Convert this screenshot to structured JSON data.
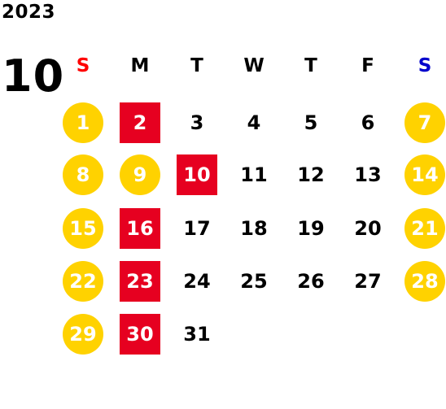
{
  "header": {
    "year": "2023",
    "month": "10"
  },
  "colors": {
    "sunday_label": "#ff0000",
    "saturday_label": "#0000cc",
    "weekday_label": "#000000",
    "weekend_circle": "#ffd200",
    "holiday_square": "#e60020",
    "regular_text": "#000000",
    "highlight_text": "#ffffff"
  },
  "weekdays": [
    "S",
    "M",
    "T",
    "W",
    "T",
    "F",
    "S"
  ],
  "weeks": [
    [
      {
        "d": "1",
        "style": "circle"
      },
      {
        "d": "2",
        "style": "square"
      },
      {
        "d": "3",
        "style": "plain"
      },
      {
        "d": "4",
        "style": "plain"
      },
      {
        "d": "5",
        "style": "plain"
      },
      {
        "d": "6",
        "style": "plain"
      },
      {
        "d": "7",
        "style": "circle"
      }
    ],
    [
      {
        "d": "8",
        "style": "circle"
      },
      {
        "d": "9",
        "style": "circle"
      },
      {
        "d": "10",
        "style": "square"
      },
      {
        "d": "11",
        "style": "plain"
      },
      {
        "d": "12",
        "style": "plain"
      },
      {
        "d": "13",
        "style": "plain"
      },
      {
        "d": "14",
        "style": "circle"
      }
    ],
    [
      {
        "d": "15",
        "style": "circle"
      },
      {
        "d": "16",
        "style": "square"
      },
      {
        "d": "17",
        "style": "plain"
      },
      {
        "d": "18",
        "style": "plain"
      },
      {
        "d": "19",
        "style": "plain"
      },
      {
        "d": "20",
        "style": "plain"
      },
      {
        "d": "21",
        "style": "circle"
      }
    ],
    [
      {
        "d": "22",
        "style": "circle"
      },
      {
        "d": "23",
        "style": "square"
      },
      {
        "d": "24",
        "style": "plain"
      },
      {
        "d": "25",
        "style": "plain"
      },
      {
        "d": "26",
        "style": "plain"
      },
      {
        "d": "27",
        "style": "plain"
      },
      {
        "d": "28",
        "style": "circle"
      }
    ],
    [
      {
        "d": "29",
        "style": "circle"
      },
      {
        "d": "30",
        "style": "square"
      },
      {
        "d": "31",
        "style": "plain"
      }
    ]
  ]
}
